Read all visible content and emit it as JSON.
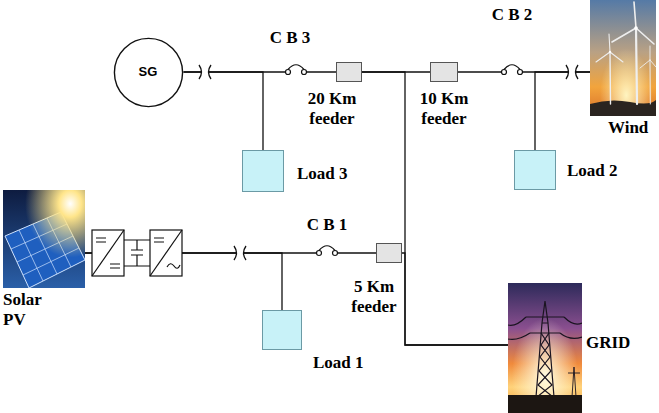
{
  "diagram": {
    "nodes": [
      {
        "text": [
          "SG"
        ]
      },
      {
        "text": [
          "Load 3"
        ]
      },
      {
        "text": [
          "20 Km feeder"
        ]
      },
      {
        "text": [
          "10 Km feeder"
        ]
      },
      {
        "text": [
          "Wind"
        ]
      },
      {
        "text": [
          "Load 2"
        ]
      },
      {
        "text": [
          "Solar PV"
        ]
      },
      {
        "text": [
          "Load 1"
        ]
      },
      {
        "text": [
          "5 Km feeder"
        ]
      },
      {
        "text": [
          "GRID"
        ]
      }
    ],
    "edges": [
      {
        "from": 0,
        "to": 2,
        "arrow": "none"
      },
      {
        "from": 0,
        "to": 1,
        "arrow": "none"
      },
      {
        "from": 2,
        "to": 3,
        "arrow": "none"
      },
      {
        "from": 2,
        "to": 9,
        "arrow": "none"
      },
      {
        "from": 3,
        "to": 4,
        "arrow": "none"
      },
      {
        "from": 4,
        "to": 5,
        "arrow": "none"
      },
      {
        "from": 6,
        "to": 8,
        "arrow": "none"
      },
      {
        "from": 6,
        "to": 7,
        "arrow": "none"
      },
      {
        "from": 8,
        "to": 9,
        "arrow": "none"
      }
    ],
    "labels": [
      "C B 3",
      "C B 2",
      "C B 1"
    ]
  }
}
